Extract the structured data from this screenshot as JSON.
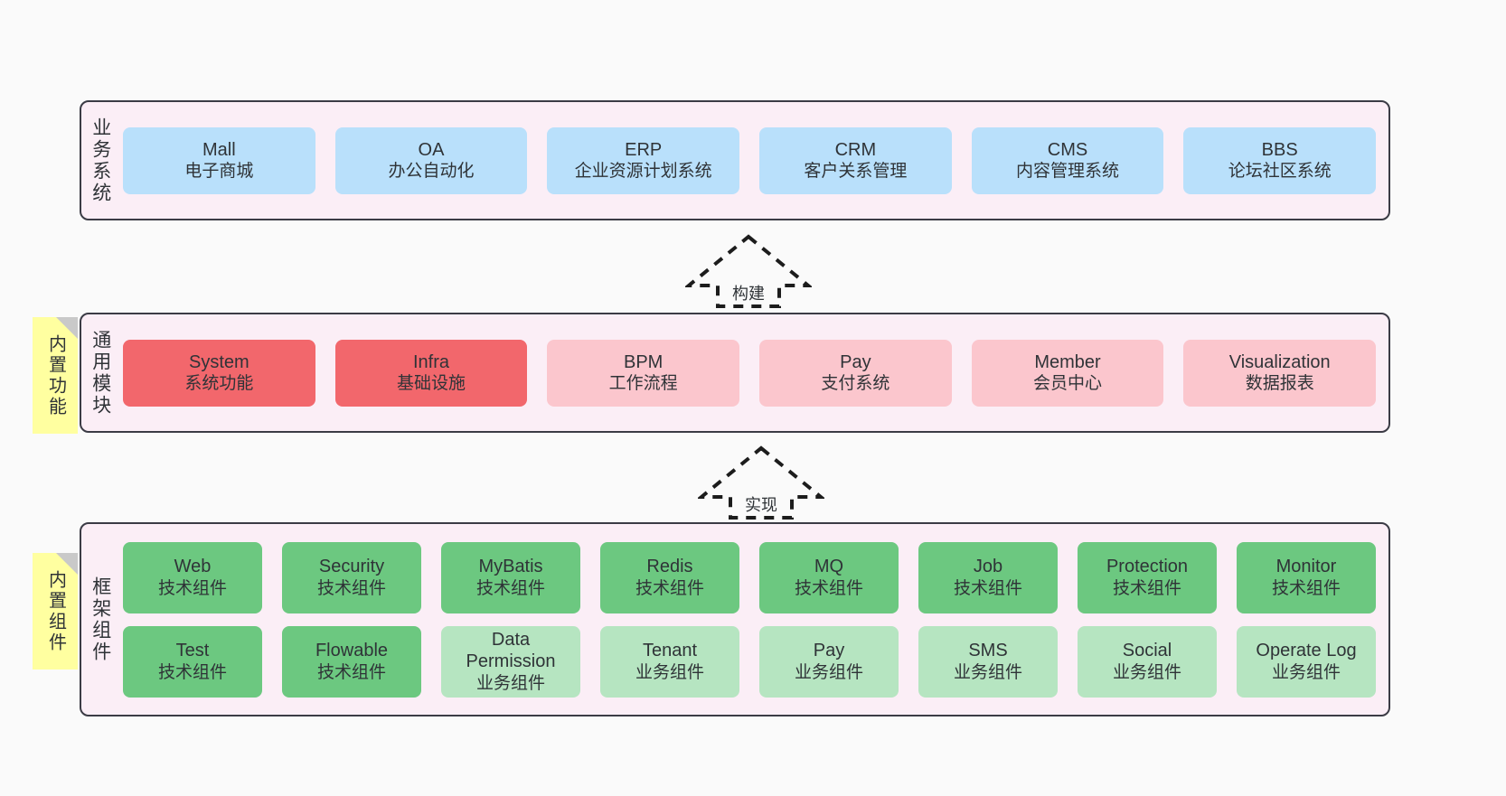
{
  "diagram": {
    "background": "#fafafa",
    "panel_fill": "#fbeef6",
    "panel_border": "#3b3b45",
    "sticky_fill": "#ffffa0"
  },
  "layers": [
    {
      "id": "business-systems",
      "label": "业务系统",
      "sticky": null,
      "rows": [
        {
          "cards": [
            {
              "title": "Mall",
              "subtitle": "电子商城",
              "color": "#b9e0fb",
              "variant": "c-blue"
            },
            {
              "title": "OA",
              "subtitle": "办公自动化",
              "color": "#b9e0fb",
              "variant": "c-blue"
            },
            {
              "title": "ERP",
              "subtitle": "企业资源计划系统",
              "color": "#b9e0fb",
              "variant": "c-blue"
            },
            {
              "title": "CRM",
              "subtitle": "客户关系管理",
              "color": "#b9e0fb",
              "variant": "c-blue"
            },
            {
              "title": "CMS",
              "subtitle": "内容管理系统",
              "color": "#b9e0fb",
              "variant": "c-blue"
            },
            {
              "title": "BBS",
              "subtitle": "论坛社区系统",
              "color": "#b9e0fb",
              "variant": "c-blue"
            }
          ]
        }
      ]
    },
    {
      "id": "common-modules",
      "label": "通用模块",
      "sticky": "内置功能",
      "rows": [
        {
          "cards": [
            {
              "title": "System",
              "subtitle": "系统功能",
              "color": "#f2676c",
              "variant": "c-red"
            },
            {
              "title": "Infra",
              "subtitle": "基础设施",
              "color": "#f2676c",
              "variant": "c-red"
            },
            {
              "title": "BPM",
              "subtitle": "工作流程",
              "color": "#fbc6cd",
              "variant": "c-pink"
            },
            {
              "title": "Pay",
              "subtitle": "支付系统",
              "color": "#fbc6cd",
              "variant": "c-pink"
            },
            {
              "title": "Member",
              "subtitle": "会员中心",
              "color": "#fbc6cd",
              "variant": "c-pink"
            },
            {
              "title": "Visualization",
              "subtitle": "数据报表",
              "color": "#fbc6cd",
              "variant": "c-pink"
            }
          ]
        }
      ]
    },
    {
      "id": "framework-components",
      "label": "框架组件",
      "sticky": "内置组件",
      "rows": [
        {
          "cards": [
            {
              "title": "Web",
              "subtitle": "技术组件",
              "color": "#6cc880",
              "variant": "c-green"
            },
            {
              "title": "Security",
              "subtitle": "技术组件",
              "color": "#6cc880",
              "variant": "c-green"
            },
            {
              "title": "MyBatis",
              "subtitle": "技术组件",
              "color": "#6cc880",
              "variant": "c-green"
            },
            {
              "title": "Redis",
              "subtitle": "技术组件",
              "color": "#6cc880",
              "variant": "c-green"
            },
            {
              "title": "MQ",
              "subtitle": "技术组件",
              "color": "#6cc880",
              "variant": "c-green"
            },
            {
              "title": "Job",
              "subtitle": "技术组件",
              "color": "#6cc880",
              "variant": "c-green"
            },
            {
              "title": "Protection",
              "subtitle": "技术组件",
              "color": "#6cc880",
              "variant": "c-green"
            },
            {
              "title": "Monitor",
              "subtitle": "技术组件",
              "color": "#6cc880",
              "variant": "c-green"
            }
          ]
        },
        {
          "cards": [
            {
              "title": "Test",
              "subtitle": "技术组件",
              "color": "#6cc880",
              "variant": "c-green"
            },
            {
              "title": "Flowable",
              "subtitle": "技术组件",
              "color": "#6cc880",
              "variant": "c-green"
            },
            {
              "title": "Data Permission",
              "subtitle": "业务组件",
              "color": "#b6e5c1",
              "variant": "c-lightgreen"
            },
            {
              "title": "Tenant",
              "subtitle": "业务组件",
              "color": "#b6e5c1",
              "variant": "c-lightgreen"
            },
            {
              "title": "Pay",
              "subtitle": "业务组件",
              "color": "#b6e5c1",
              "variant": "c-lightgreen"
            },
            {
              "title": "SMS",
              "subtitle": "业务组件",
              "color": "#b6e5c1",
              "variant": "c-lightgreen"
            },
            {
              "title": "Social",
              "subtitle": "业务组件",
              "color": "#b6e5c1",
              "variant": "c-lightgreen"
            },
            {
              "title": "Operate Log",
              "subtitle": "业务组件",
              "color": "#b6e5c1",
              "variant": "c-lightgreen"
            }
          ]
        }
      ]
    }
  ],
  "connectors": [
    {
      "id": "build",
      "label": "构建"
    },
    {
      "id": "implement",
      "label": "实现"
    }
  ]
}
